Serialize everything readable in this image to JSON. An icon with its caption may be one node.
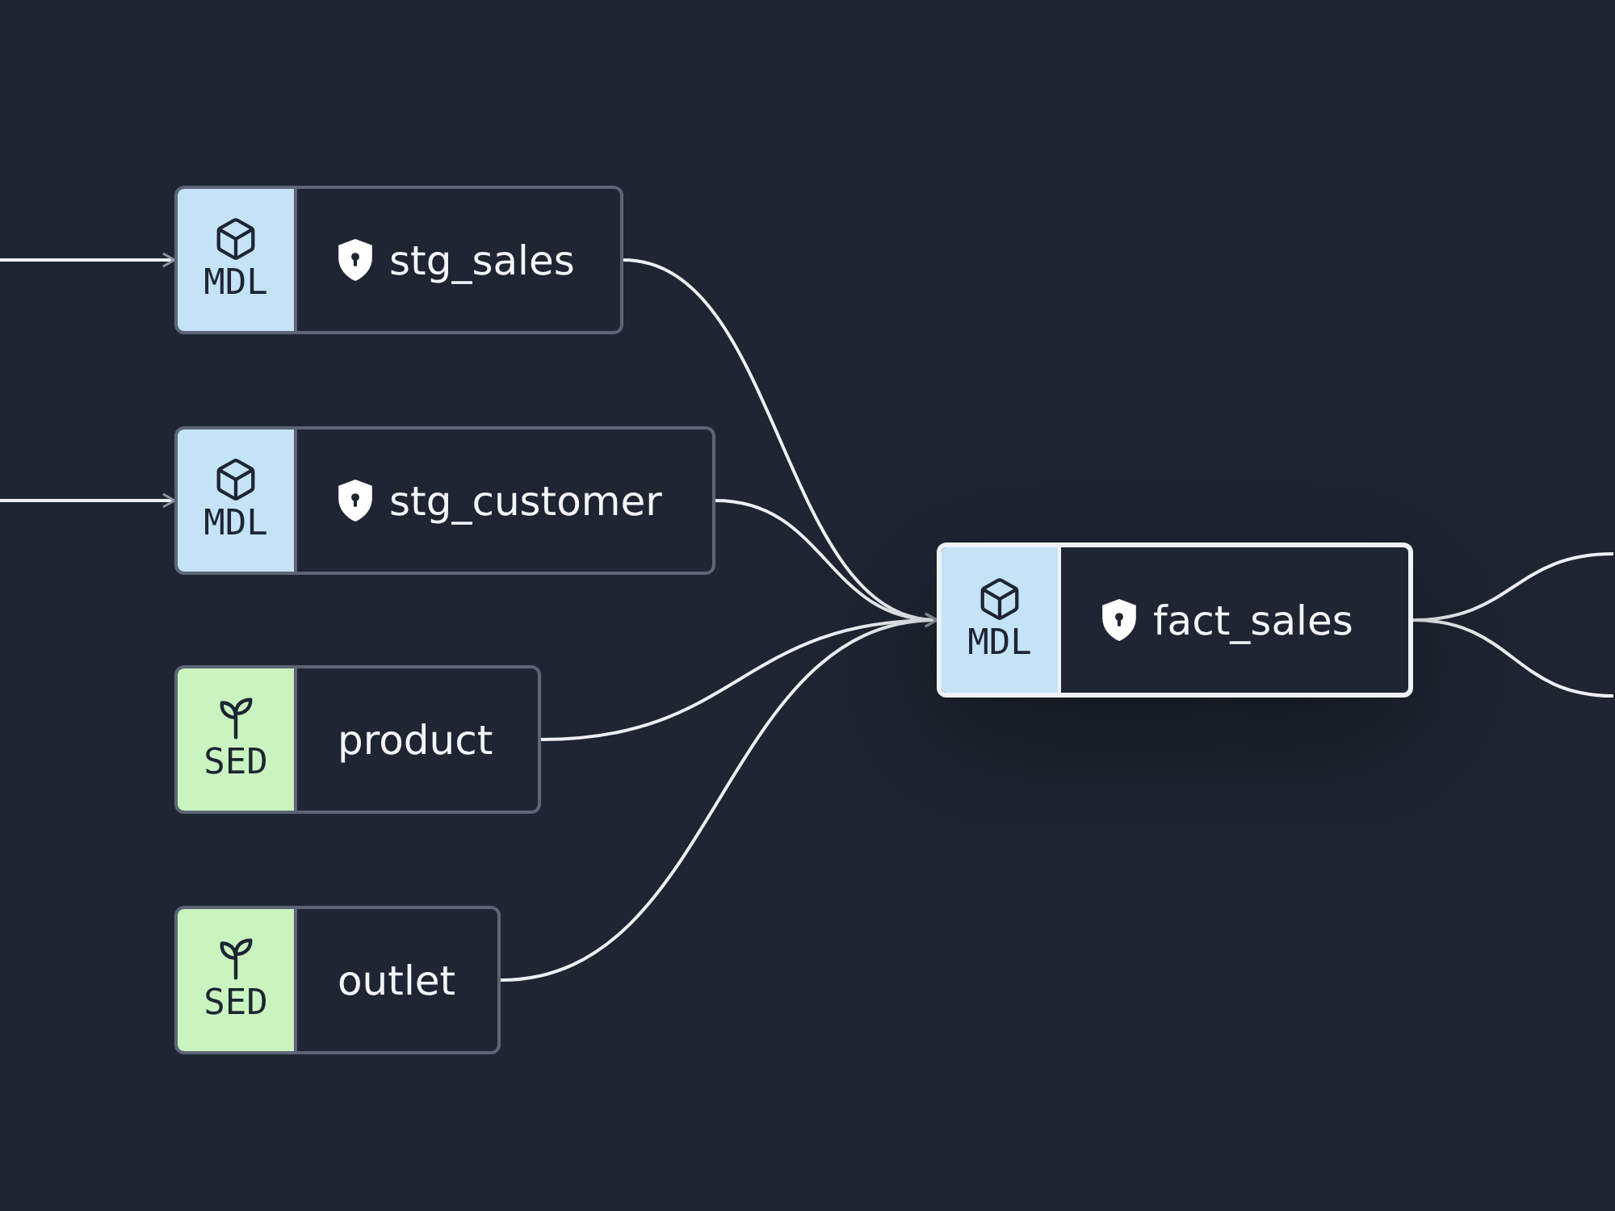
{
  "diagram": {
    "nodes": [
      {
        "text": [
          "MDL",
          "stg_sales"
        ]
      },
      {
        "text": [
          "MDL",
          "stg_customer"
        ]
      },
      {
        "text": [
          "SED",
          "product"
        ]
      },
      {
        "text": [
          "SED",
          "outlet"
        ]
      },
      {
        "text": [
          "MDL",
          "fact_sales"
        ]
      }
    ],
    "edges": [
      {
        "from": null,
        "to": 0,
        "arrow": "to"
      },
      {
        "from": null,
        "to": 1,
        "arrow": "to"
      },
      {
        "from": 0,
        "to": 4,
        "arrow": "to"
      },
      {
        "from": 1,
        "to": 4,
        "arrow": "to"
      },
      {
        "from": 2,
        "to": 4,
        "arrow": "to"
      },
      {
        "from": 3,
        "to": 4,
        "arrow": "to"
      },
      {
        "from": 4,
        "to": null,
        "arrow": "none"
      },
      {
        "from": 4,
        "to": null,
        "arrow": "none"
      }
    ]
  }
}
